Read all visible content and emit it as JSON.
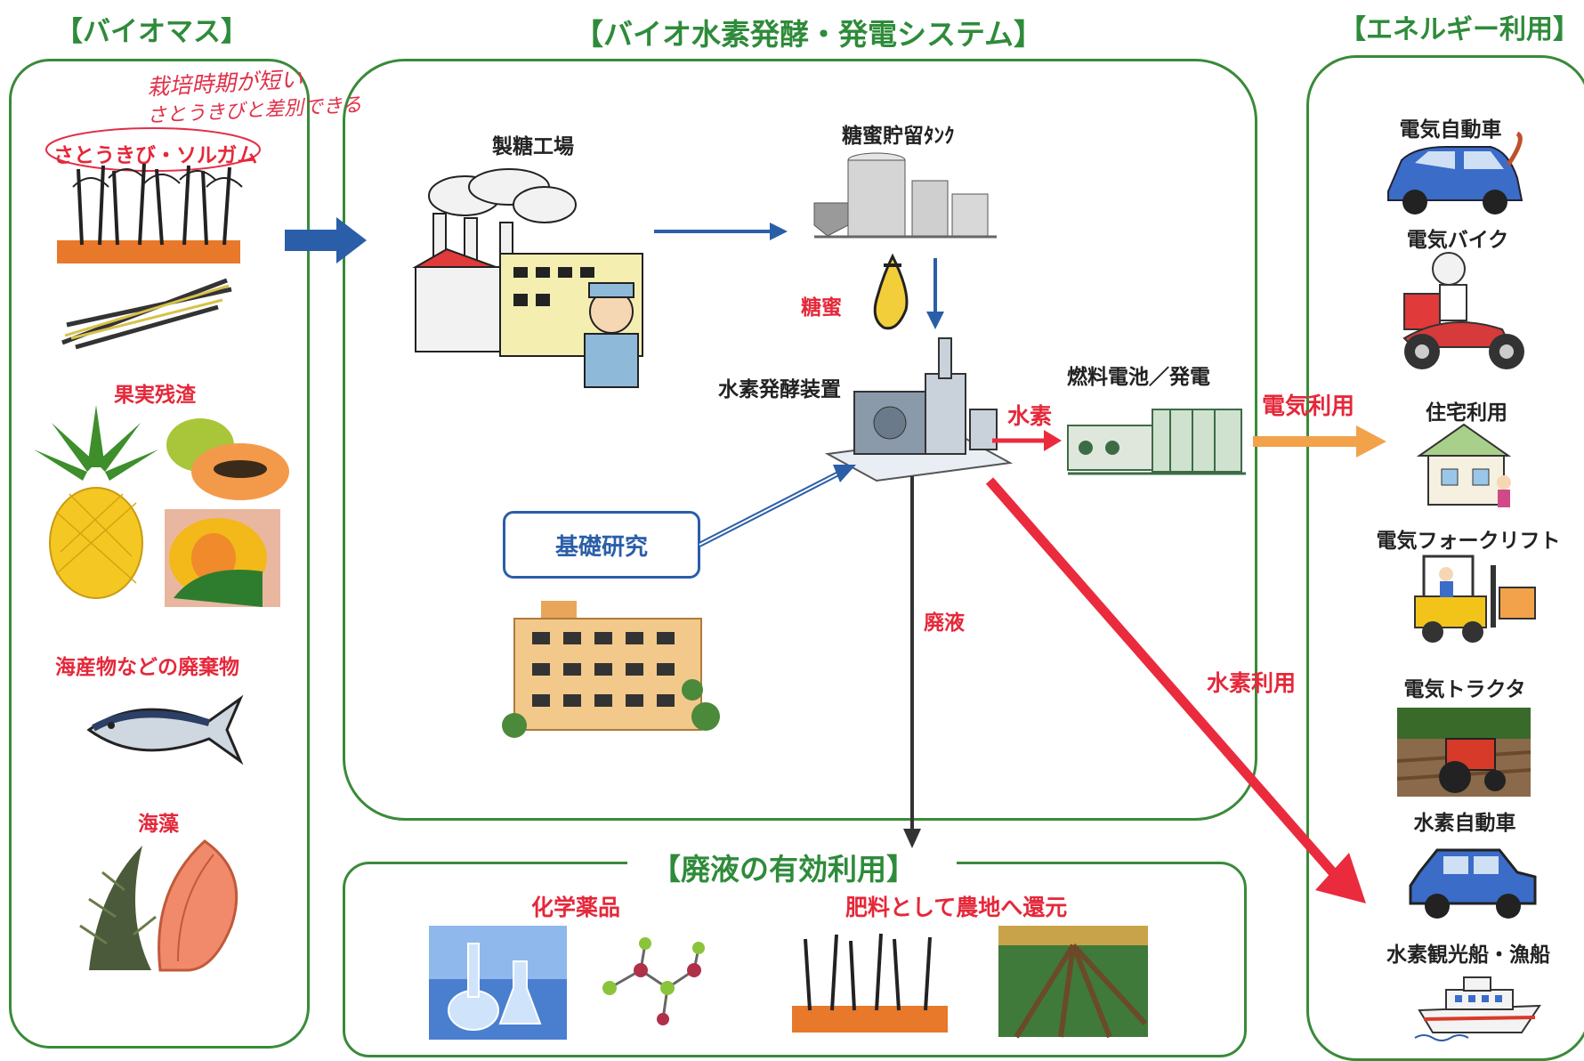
{
  "titles": {
    "biomass": "【バイオマス】",
    "system": "【バイオ水素発酵・発電システム】",
    "energy": "【エネルギー利用】",
    "waste": "【廃液の有効利用】"
  },
  "handwritten_note": {
    "line1": "栽培時期が短い",
    "line2": "さとうきびと差別できる"
  },
  "biomass": {
    "sugarcane": "さとうきび・ソルガム",
    "fruit": "果実残渣",
    "seafood": "海産物などの廃棄物",
    "seaweed": "海藻"
  },
  "system": {
    "factory": "製糖工場",
    "tank": "糖蜜貯留ﾀﾝｸ",
    "molasses": "糖蜜",
    "fermenter": "水素発酵装置",
    "fuel_cell": "燃料電池／発電",
    "hydrogen": "水素",
    "research": "基礎研究",
    "waste_liquid": "廃液"
  },
  "flows": {
    "electric_use": "電気利用",
    "hydrogen_use": "水素利用"
  },
  "waste_use": {
    "chemicals": "化学薬品",
    "fertilizer": "肥料として農地へ還元"
  },
  "energy": {
    "ev": "電気自動車",
    "ebike": "電気バイク",
    "house": "住宅利用",
    "forklift": "電気フォークリフト",
    "tractor": "電気トラクタ",
    "h2car": "水素自動車",
    "boat": "水素観光船・漁船"
  },
  "colors": {
    "frame_green": "#3a8a3a",
    "title_green": "#2e8b3a",
    "label_red": "#e5283a",
    "arrow_blue": "#2a5ea8",
    "arrow_orange": "#f2a24a",
    "arrow_red": "#ea2b3e"
  }
}
